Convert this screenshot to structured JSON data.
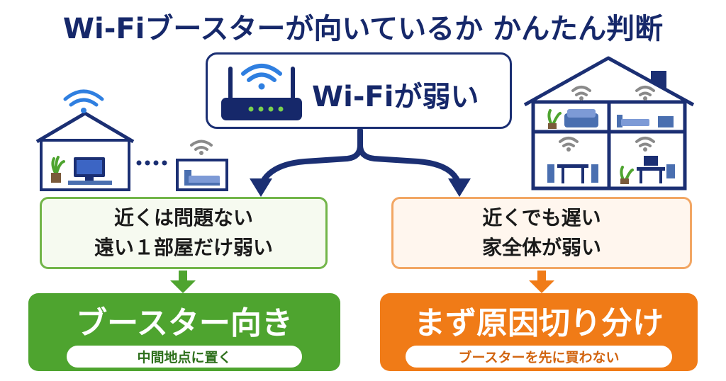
{
  "title": "Wi-Fiブースターが向いているか かんたん判断",
  "top": {
    "label": "Wi-Fiが弱い",
    "icon": "router-icon"
  },
  "left_condition": {
    "line1": "近くは問題ない",
    "line2": "遠い１部屋だけ弱い"
  },
  "right_condition": {
    "line1": "近くでも遅い",
    "line2": "家全体が弱い"
  },
  "left_result": {
    "label": "ブースター向き",
    "note": "中間地点に置く"
  },
  "right_result": {
    "label": "まず原因切り分け",
    "note": "ブースターを先に買わない"
  },
  "colors": {
    "navy": "#1b2f73",
    "green": "#4ea42f",
    "green_border": "#72b549",
    "orange": "#f07b17",
    "orange_border": "#f2a663",
    "wifi_blue": "#2f7fe0",
    "wifi_gray": "#8a8a8a"
  }
}
